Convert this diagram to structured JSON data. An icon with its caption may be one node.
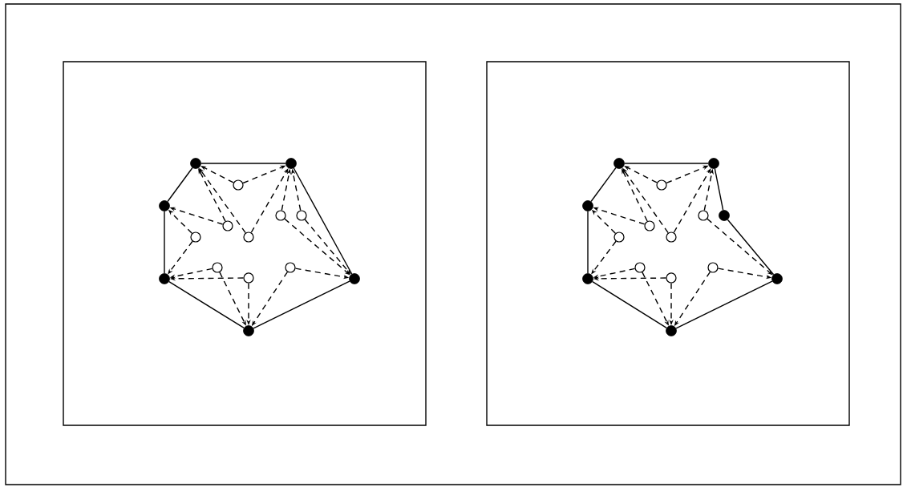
{
  "diagram": {
    "nodes": [
      {
        "text": [],
        "shape": "box"
      },
      {
        "text": [],
        "shape": "box"
      },
      {
        "text": [],
        "shape": "dot",
        "in": 0
      },
      {
        "text": [],
        "shape": "dot",
        "in": 0
      },
      {
        "text": [],
        "shape": "dot",
        "in": 0
      },
      {
        "text": [],
        "shape": "dot",
        "in": 0
      },
      {
        "text": [],
        "shape": "dot",
        "in": 0
      },
      {
        "text": [],
        "shape": "dot",
        "in": 0
      },
      {
        "text": [],
        "shape": "circle",
        "in": 0
      },
      {
        "text": [],
        "shape": "circle",
        "in": 0
      },
      {
        "text": [],
        "shape": "circle",
        "in": 0
      },
      {
        "text": [],
        "shape": "circle",
        "in": 0
      },
      {
        "text": [],
        "shape": "circle",
        "in": 0
      },
      {
        "text": [],
        "shape": "circle",
        "in": 0
      },
      {
        "text": [],
        "shape": "circle",
        "in": 0
      },
      {
        "text": [],
        "shape": "circle",
        "in": 0
      },
      {
        "text": [],
        "shape": "circle",
        "in": 0
      },
      {
        "text": [],
        "shape": "dot",
        "in": 1
      },
      {
        "text": [],
        "shape": "dot",
        "in": 1
      },
      {
        "text": [],
        "shape": "dot",
        "in": 1
      },
      {
        "text": [],
        "shape": "dot",
        "in": 1
      },
      {
        "text": [],
        "shape": "dot",
        "in": 1
      },
      {
        "text": [],
        "shape": "dot",
        "in": 1
      },
      {
        "text": [],
        "shape": "dot",
        "in": 1
      },
      {
        "text": [],
        "shape": "circle",
        "in": 1
      },
      {
        "text": [],
        "shape": "circle",
        "in": 1
      },
      {
        "text": [],
        "shape": "circle",
        "in": 1
      },
      {
        "text": [],
        "shape": "circle",
        "in": 1
      },
      {
        "text": [],
        "shape": "circle",
        "in": 1
      },
      {
        "text": [],
        "shape": "circle",
        "in": 1
      },
      {
        "text": [],
        "shape": "circle",
        "in": 1
      },
      {
        "text": [],
        "shape": "circle",
        "in": 1
      }
    ],
    "edges": [
      {
        "from": 2,
        "to": 3,
        "arrow": "none"
      },
      {
        "from": 2,
        "to": 4,
        "arrow": "none"
      },
      {
        "from": 4,
        "to": 5,
        "arrow": "none"
      },
      {
        "from": 5,
        "to": 7,
        "arrow": "none"
      },
      {
        "from": 7,
        "to": 6,
        "arrow": "none"
      },
      {
        "from": 6,
        "to": 3,
        "arrow": "none"
      },
      {
        "from": 8,
        "to": 2,
        "arrow": "to",
        "style": "dashed"
      },
      {
        "from": 8,
        "to": 3,
        "arrow": "to",
        "style": "dashed"
      },
      {
        "from": 9,
        "to": 2,
        "arrow": "to",
        "style": "dashed"
      },
      {
        "from": 10,
        "to": 2,
        "arrow": "to",
        "style": "dashed"
      },
      {
        "from": 9,
        "to": 4,
        "arrow": "to",
        "style": "dashed"
      },
      {
        "from": 11,
        "to": 4,
        "arrow": "to",
        "style": "dashed"
      },
      {
        "from": 11,
        "to": 5,
        "arrow": "to",
        "style": "dashed"
      },
      {
        "from": 10,
        "to": 3,
        "arrow": "to",
        "style": "dashed"
      },
      {
        "from": 12,
        "to": 3,
        "arrow": "to",
        "style": "dashed"
      },
      {
        "from": 13,
        "to": 3,
        "arrow": "to",
        "style": "dashed"
      },
      {
        "from": 12,
        "to": 6,
        "arrow": "to",
        "style": "dashed"
      },
      {
        "from": 13,
        "to": 6,
        "arrow": "to",
        "style": "dashed"
      },
      {
        "from": 14,
        "to": 5,
        "arrow": "to",
        "style": "dashed"
      },
      {
        "from": 15,
        "to": 5,
        "arrow": "to",
        "style": "dashed"
      },
      {
        "from": 14,
        "to": 7,
        "arrow": "to",
        "style": "dashed"
      },
      {
        "from": 15,
        "to": 7,
        "arrow": "to",
        "style": "dashed"
      },
      {
        "from": 16,
        "to": 6,
        "arrow": "to",
        "style": "dashed"
      },
      {
        "from": 16,
        "to": 7,
        "arrow": "to",
        "style": "dashed"
      },
      {
        "from": 17,
        "to": 18,
        "arrow": "none"
      },
      {
        "from": 17,
        "to": 19,
        "arrow": "none"
      },
      {
        "from": 19,
        "to": 20,
        "arrow": "none"
      },
      {
        "from": 20,
        "to": 22,
        "arrow": "none"
      },
      {
        "from": 22,
        "to": 21,
        "arrow": "none"
      },
      {
        "from": 21,
        "to": 23,
        "arrow": "none"
      },
      {
        "from": 23,
        "to": 18,
        "arrow": "none"
      },
      {
        "from": 24,
        "to": 17,
        "arrow": "to",
        "style": "dashed"
      },
      {
        "from": 24,
        "to": 18,
        "arrow": "to",
        "style": "dashed"
      },
      {
        "from": 25,
        "to": 17,
        "arrow": "to",
        "style": "dashed"
      },
      {
        "from": 26,
        "to": 17,
        "arrow": "to",
        "style": "dashed"
      },
      {
        "from": 25,
        "to": 19,
        "arrow": "to",
        "style": "dashed"
      },
      {
        "from": 27,
        "to": 19,
        "arrow": "to",
        "style": "dashed"
      },
      {
        "from": 27,
        "to": 20,
        "arrow": "to",
        "style": "dashed"
      },
      {
        "from": 26,
        "to": 18,
        "arrow": "to",
        "style": "dashed"
      },
      {
        "from": 28,
        "to": 18,
        "arrow": "to",
        "style": "dashed"
      },
      {
        "from": 28,
        "to": 21,
        "arrow": "to",
        "style": "dashed"
      },
      {
        "from": 29,
        "to": 20,
        "arrow": "to",
        "style": "dashed"
      },
      {
        "from": 30,
        "to": 20,
        "arrow": "to",
        "style": "dashed"
      },
      {
        "from": 29,
        "to": 22,
        "arrow": "to",
        "style": "dashed"
      },
      {
        "from": 30,
        "to": 22,
        "arrow": "to",
        "style": "dashed"
      },
      {
        "from": 31,
        "to": 21,
        "arrow": "to",
        "style": "dashed"
      },
      {
        "from": 31,
        "to": 22,
        "arrow": "to",
        "style": "dashed"
      }
    ]
  }
}
